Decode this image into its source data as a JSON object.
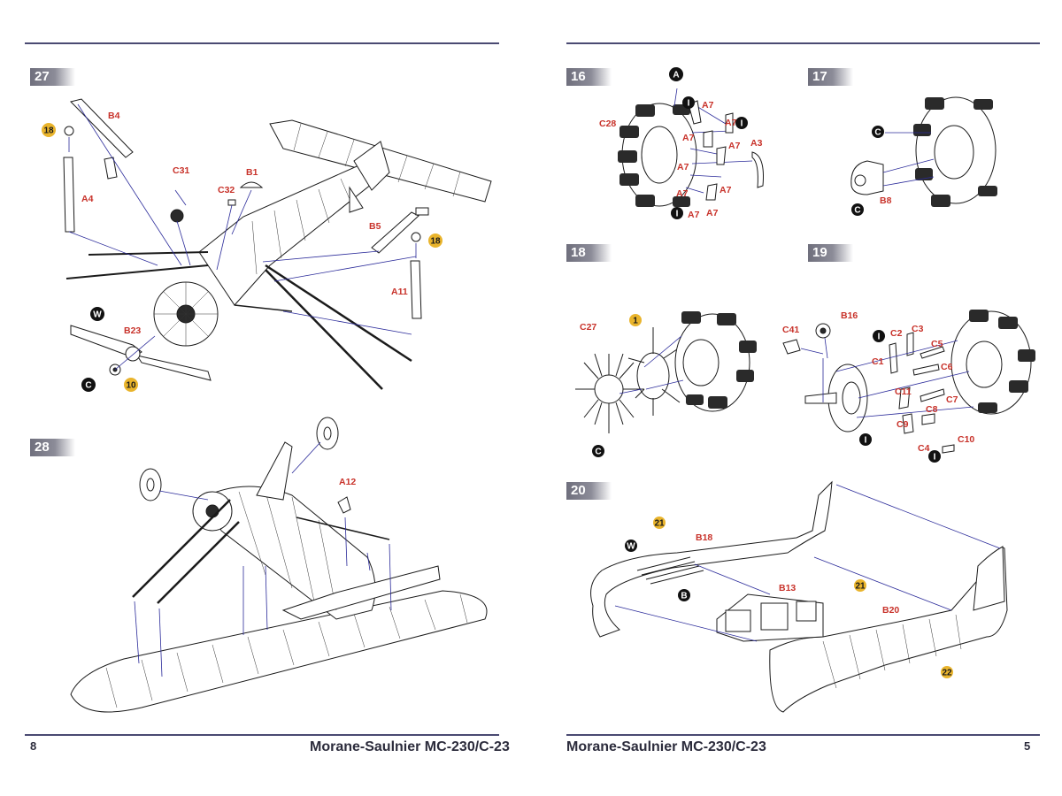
{
  "left_page": {
    "number": "8",
    "title": "Morane-Saulnier MC-230/C-23",
    "steps": [
      {
        "number": "27",
        "parts": [
          "B4",
          "A4",
          "C31",
          "B1",
          "C32",
          "B5",
          "A11",
          "B23"
        ],
        "callouts": [
          "18",
          "18",
          "W",
          "C",
          "10"
        ]
      },
      {
        "number": "28",
        "parts": [
          "A12"
        ]
      }
    ]
  },
  "right_page": {
    "number": "5",
    "title": "Morane-Saulnier MC-230/C-23",
    "steps": [
      {
        "number": "16",
        "parts": [
          "A7",
          "A7",
          "C28",
          "A7",
          "A3",
          "A7",
          "A7",
          "A7",
          "A7",
          "A7",
          "A7"
        ],
        "callouts": [
          "A",
          "I",
          "I",
          "I"
        ]
      },
      {
        "number": "17",
        "parts": [
          "B8"
        ],
        "callouts": [
          "C",
          "C"
        ]
      },
      {
        "number": "18",
        "parts": [
          "C27"
        ],
        "callouts": [
          "1",
          "C"
        ]
      },
      {
        "number": "19",
        "parts": [
          "B16",
          "C41",
          "C2",
          "C3",
          "C5",
          "C1",
          "C6",
          "C11",
          "C7",
          "C8",
          "C9",
          "C4",
          "C10"
        ],
        "callouts": [
          "I",
          "I",
          "I"
        ]
      },
      {
        "number": "20",
        "parts": [
          "B18",
          "B13",
          "B20"
        ],
        "callouts": [
          "21",
          "W",
          "B",
          "21",
          "22"
        ]
      }
    ]
  },
  "colors": {
    "rule": "#4a4a72",
    "part_label": "#c8322a",
    "callout_yellow": "#e9b42c",
    "leader": "#2b2b9a"
  }
}
